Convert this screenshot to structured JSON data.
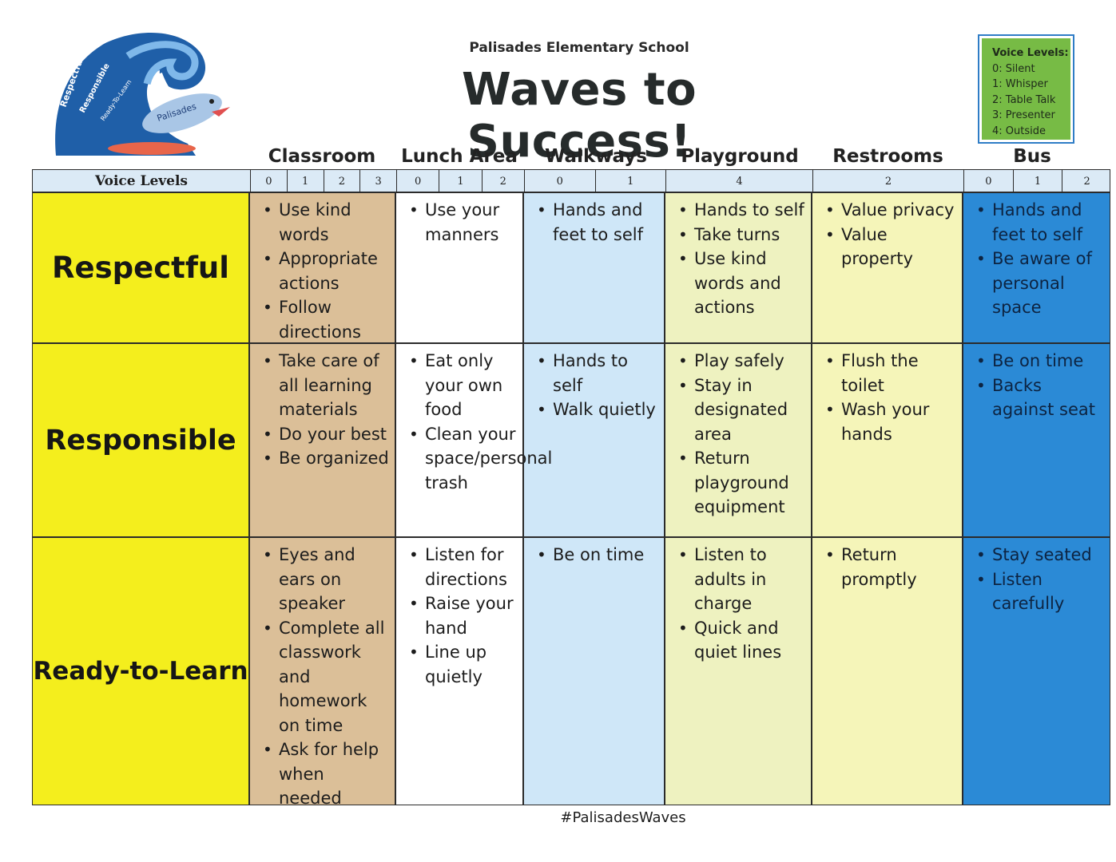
{
  "header": {
    "school": "Palisades Elementary School",
    "title": "Waves to Success!"
  },
  "logo": {
    "words": [
      "Respectful",
      "Responsible",
      "Ready-To-Learn"
    ],
    "board_text": "Palisades"
  },
  "legend": {
    "title": "Voice Levels:",
    "items": [
      "0: Silent",
      "1: Whisper",
      "2: Table Talk",
      "3: Presenter",
      "4: Outside"
    ]
  },
  "colors": {
    "classroom": "#dbbf98",
    "lunch": "#ffffff",
    "walkways": "#cfe7f8",
    "playground": "#eef2c0",
    "restrooms": "#f5f5b9",
    "bus": "#2b8ad6",
    "row_label": "#f4ee1d",
    "legend": "#77bb45"
  },
  "voice_levels_label": "Voice Levels",
  "locations": [
    {
      "name": "Classroom",
      "levels": [
        "0",
        "1",
        "2",
        "3"
      ]
    },
    {
      "name": "Lunch Area",
      "levels": [
        "0",
        "1",
        "2"
      ]
    },
    {
      "name": "Walkways",
      "levels": [
        "0",
        "1"
      ]
    },
    {
      "name": "Playground",
      "levels": [
        "4"
      ]
    },
    {
      "name": "Restrooms",
      "levels": [
        "2"
      ]
    },
    {
      "name": "Bus",
      "levels": [
        "0",
        "1",
        "2"
      ]
    }
  ],
  "rows": [
    {
      "label": "Respectful",
      "cells": [
        [
          "Use kind words",
          "Appropriate actions",
          "Follow directions"
        ],
        [
          "Use your manners"
        ],
        [
          "Hands and feet to self"
        ],
        [
          "Hands to self",
          "Take turns",
          "Use kind words and actions"
        ],
        [
          "Value privacy",
          "Value property"
        ],
        [
          "Hands and feet to self",
          "Be aware of personal space"
        ]
      ]
    },
    {
      "label": "Responsible",
      "cells": [
        [
          "Take care of all learning materials",
          "Do your best",
          "Be organized"
        ],
        [
          "Eat only your own food",
          "Clean your space/personal trash"
        ],
        [
          "Hands to self",
          "Walk quietly"
        ],
        [
          "Play safely",
          "Stay in designated area",
          "Return playground equipment"
        ],
        [
          "Flush the toilet",
          "Wash your hands"
        ],
        [
          "Be on time",
          "Backs against seat"
        ]
      ]
    },
    {
      "label": "Ready-to-Learn",
      "cells": [
        [
          "Eyes and ears on speaker",
          "Complete all classwork and homework on time",
          "Ask for help when needed"
        ],
        [
          "Listen for directions",
          "Raise your hand",
          "Line up quietly"
        ],
        [
          "Be on time"
        ],
        [
          "Listen to adults in charge",
          "Quick and quiet lines"
        ],
        [
          "Return promptly"
        ],
        [
          "Stay seated",
          "Listen carefully"
        ]
      ]
    }
  ],
  "footer": {
    "hashtag": "#PalisadesWaves"
  }
}
